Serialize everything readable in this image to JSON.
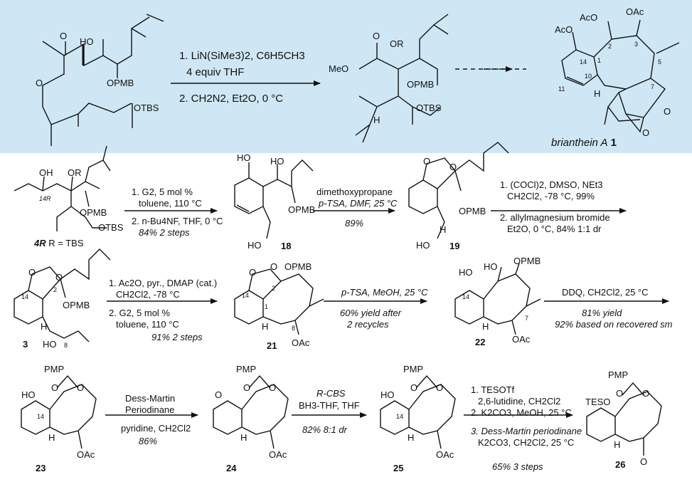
{
  "top_scheme": {
    "atoms_left": {
      "ho": "HO",
      "o_ester": "O",
      "o_chain": "O",
      "opmb": "OPMB",
      "otbs": "OTBS"
    },
    "arrow1": {
      "line1": "1. LiN(SiMe3)2,  C6H5CH3",
      "line2": "4 equiv THF",
      "line3": "2. CH2N2, Et2O, 0 °C"
    },
    "atoms_mid": {
      "meo": "MeO",
      "or": "OR",
      "o": "O",
      "opmb": "OPMB",
      "otbs": "OTBS",
      "h": "H"
    },
    "product": {
      "oac1": "AcO",
      "oac2": "AcO",
      "oac3": "OAc",
      "n14": "14",
      "n1": "1",
      "n2": "2",
      "n3": "3",
      "n5": "5",
      "n7": "7",
      "n10": "10",
      "n11": "11",
      "o_ring": "O",
      "o_carb": "O",
      "h": "H"
    },
    "product_name": "brianthein A",
    "product_num": "1"
  },
  "row1": {
    "sm": {
      "oh": "OH",
      "or": "OR",
      "opmb": "OPMB",
      "otbs": "OTBS",
      "c14r": "14R",
      "label": "4R",
      "label_rest": "R = TBS"
    },
    "arrow1": {
      "line1": "1. G2, 5 mol %",
      "line2": "toluene, 110 °C",
      "line3": "2. n-Bu4NF, THF, 0 °C",
      "line4": "84% 2 steps"
    },
    "c18": {
      "ho1": "HO",
      "ho2": "HO",
      "ho3": "HO",
      "opmb": "OPMB",
      "label": "18"
    },
    "arrow2": {
      "line1": "dimethoxypropane",
      "line2": "p-TSA, DMF, 25 °C",
      "line3": "89%"
    },
    "c19": {
      "o1": "O",
      "o2": "O",
      "opmb": "OPMB",
      "ho": "HO",
      "h": "H",
      "label": "19"
    },
    "arrow3": {
      "line1": "1. (COCl)2, DMSO, NEt3",
      "line2": "CH2Cl2, -78 °C, 99%",
      "line3": "2. allylmagnesium bromide",
      "line4": "Et2O, 0 °C, 84% 1:1 dr"
    }
  },
  "row2": {
    "c3": {
      "o1": "O",
      "o2": "O",
      "opmb": "OPMB",
      "ho": "HO",
      "n14": "14",
      "n2": "2",
      "n8": "8",
      "h": "H",
      "label": "3"
    },
    "arrow1": {
      "line1": "1. Ac2O, pyr., DMAP (cat.)",
      "line2": "CH2Cl2, -78 °C",
      "line3": "2. G2, 5 mol %",
      "line4": "toluene, 110 °C",
      "line5": "91% 2 steps"
    },
    "c21": {
      "o1": "O",
      "o2": "O",
      "opmb": "OPMB",
      "oac": "OAc",
      "n14": "14",
      "n1": "1",
      "n2": "2",
      "n8": "8",
      "h": "H",
      "label": "21"
    },
    "arrow2": {
      "line1": "p-TSA, MeOH, 25 °C",
      "line2": "60% yield after",
      "line3": "2 recycles"
    },
    "c22": {
      "ho1": "HO",
      "ho2": "HO",
      "opmb": "OPMB",
      "oac": "OAc",
      "n14": "14",
      "n7": "7",
      "h": "H",
      "label": "22"
    },
    "arrow3": {
      "line1": "DDQ, CH2Cl2, 25 °C",
      "line2": "81% yield",
      "line3": "92% based on recovered sm"
    }
  },
  "row3": {
    "c23": {
      "pmp": "PMP",
      "ho": "HO",
      "o1": "O",
      "o2": "O",
      "oac": "OAc",
      "n14": "14",
      "h": "H",
      "label": "23"
    },
    "arrow1": {
      "line1": "Dess-Martin",
      "line2": "Periodinane",
      "line3": "pyridine, CH2Cl2",
      "line4": "86%"
    },
    "c24": {
      "pmp": "PMP",
      "o": "O",
      "o1": "O",
      "o2": "O",
      "oac": "OAc",
      "h": "H",
      "label": "24"
    },
    "arrow2": {
      "line1": "R-CBS",
      "line2": "BH3-THF, THF",
      "line3": "82% 8:1 dr"
    },
    "c25": {
      "pmp": "PMP",
      "ho": "HO",
      "o1": "O",
      "o2": "O",
      "oac": "OAc",
      "n14": "14",
      "h": "H",
      "label": "25"
    },
    "arrow3": {
      "line1": "1. TESOTf",
      "line2": "2,6-lutidine, CH2Cl2",
      "line3": "2. K2CO3, MeOH, 25 °C",
      "line4": "3. Dess-Martin periodinane",
      "line5": "K2CO3, CH2Cl2, 25 °C",
      "line6": "65% 3 steps"
    },
    "c26": {
      "pmp": "PMP",
      "teso": "TESO",
      "o1": "O",
      "o2": "O",
      "o_ket": "O",
      "h": "H",
      "label": "26"
    }
  }
}
